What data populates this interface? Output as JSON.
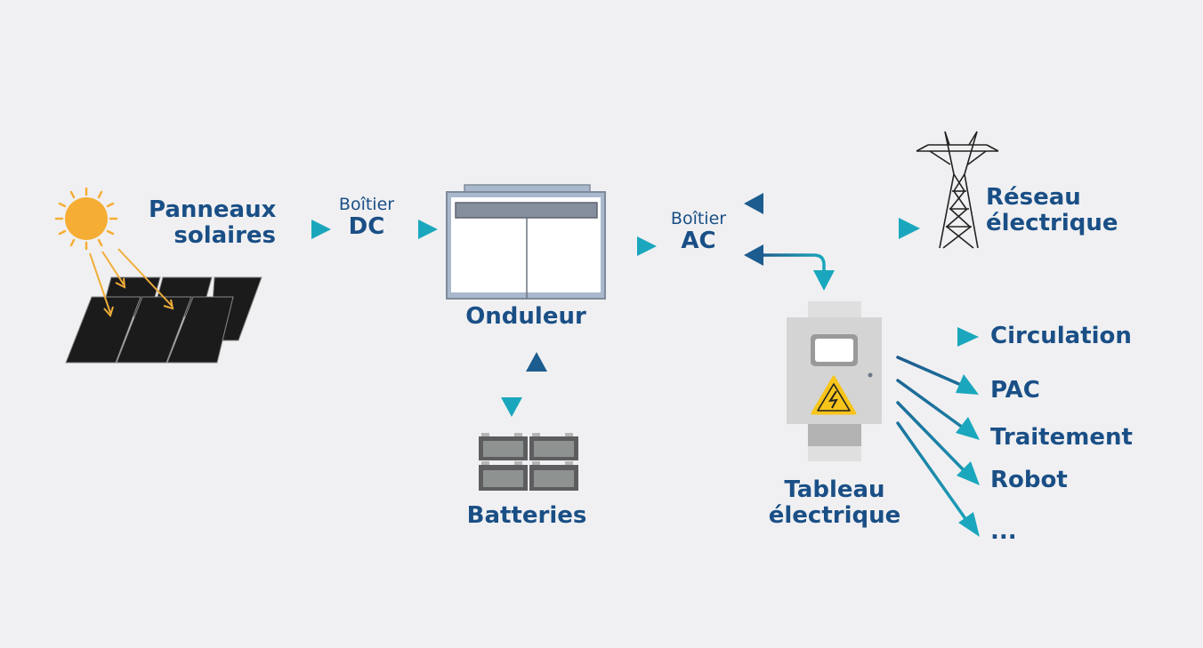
{
  "colors": {
    "background": "#f0f0f2",
    "text": "#1a4f86",
    "arrow_dark": "#1d5c8f",
    "arrow_light": "#1aa7bd",
    "sun": "#f6ad33",
    "panel": "#1b1b1b",
    "inverter_frame": "#a9b8cc",
    "battery": "#5d5d5f",
    "warning_yellow": "#f7c41a"
  },
  "nodes": {
    "panels": {
      "line1": "Panneaux",
      "line2": "solaires",
      "icon": "solar-panel-icon"
    },
    "dc_box": {
      "line1": "Boîtier",
      "line2": "DC"
    },
    "inverter": {
      "label": "Onduleur",
      "icon": "inverter-icon"
    },
    "batteries": {
      "label": "Batteries",
      "icon": "battery-icon"
    },
    "ac_box": {
      "line1": "Boîtier",
      "line2": "AC"
    },
    "grid": {
      "line1": "Réseau",
      "line2": "électrique",
      "icon": "pylon-icon"
    },
    "panel_board": {
      "line1": "Tableau",
      "line2": "électrique",
      "icon": "electrical-panel-icon"
    }
  },
  "loads": [
    {
      "label": "Circulation"
    },
    {
      "label": "PAC"
    },
    {
      "label": "Traitement"
    },
    {
      "label": "Robot"
    },
    {
      "label": "..."
    }
  ],
  "flows": [
    {
      "from": "Panneaux solaires",
      "to": "Boîtier DC"
    },
    {
      "from": "Boîtier DC",
      "to": "Onduleur"
    },
    {
      "from": "Onduleur",
      "to": "Batteries"
    },
    {
      "from": "Batteries",
      "to": "Onduleur"
    },
    {
      "from": "Onduleur",
      "to": "Boîtier AC"
    },
    {
      "from": "Réseau électrique",
      "to": "Boîtier AC"
    },
    {
      "from": "Boîtier AC",
      "to": "Réseau électrique"
    },
    {
      "from": "Boîtier AC",
      "to": "Tableau électrique",
      "bidirectional": true
    },
    {
      "from": "Tableau électrique",
      "to": "Circulation"
    },
    {
      "from": "Tableau électrique",
      "to": "PAC"
    },
    {
      "from": "Tableau électrique",
      "to": "Traitement"
    },
    {
      "from": "Tableau électrique",
      "to": "Robot"
    },
    {
      "from": "Tableau électrique",
      "to": "..."
    }
  ]
}
